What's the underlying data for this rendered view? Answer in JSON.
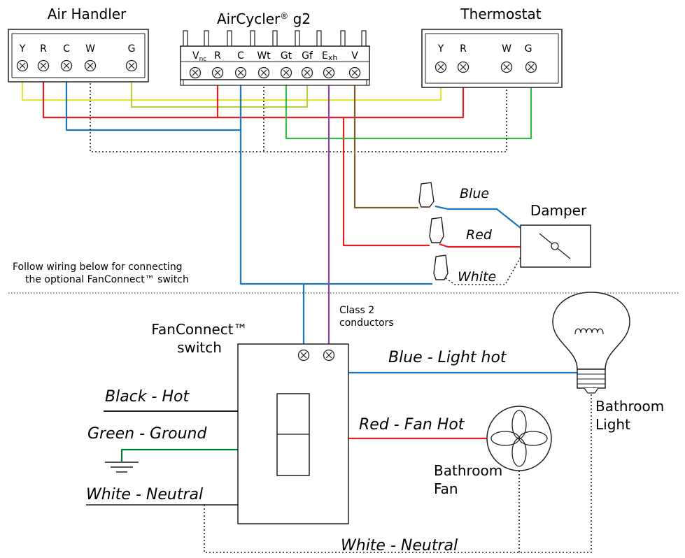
{
  "air_handler": {
    "title": "Air Handler",
    "terminals": [
      "Y",
      "R",
      "C",
      "W",
      "G"
    ]
  },
  "aircycler": {
    "title": "AirCycler",
    "title_mark": "®",
    "title_suffix": " g2",
    "terminal_v": "V",
    "terminal_v_sub": "nc",
    "terminals": [
      "R",
      "C",
      "Wt",
      "Gt",
      "Gf"
    ],
    "terminal_exh": "E",
    "terminal_exh_sub": "xh",
    "terminal_last": "V"
  },
  "thermostat": {
    "title": "Thermostat",
    "terminals": [
      "Y",
      "R",
      "W",
      "G"
    ]
  },
  "damper": {
    "title": "Damper",
    "wire_labels": [
      "Blue",
      "Red",
      "White"
    ]
  },
  "note": {
    "line1": "Follow wiring below for connecting",
    "line2": "the optional FanConnect™ switch"
  },
  "class2": {
    "line1": "Class 2",
    "line2": "conductors"
  },
  "switch": {
    "line1": "FanConnect™",
    "line2": "switch"
  },
  "switch_wires": {
    "black": "Black - Hot",
    "green": "Green  - Ground",
    "white": "White  - Neutral",
    "blue": "Blue - Light hot",
    "red": "Red - Fan Hot",
    "neutral_bottom": "White  - Neutral"
  },
  "bathroom_fan": {
    "line1": "Bathroom",
    "line2": "Fan"
  },
  "bathroom_light": {
    "line1": "Bathroom",
    "line2": "Light"
  },
  "colors": {
    "yellow": "#e4e33a",
    "red": "#e31e24",
    "blue": "#1b75bc",
    "green": "#3ab54a",
    "lime": "#b5d045",
    "brown": "#7b5a2e",
    "purple": "#8e44ad",
    "dark_green": "#007a3d",
    "black": "#231f20"
  }
}
